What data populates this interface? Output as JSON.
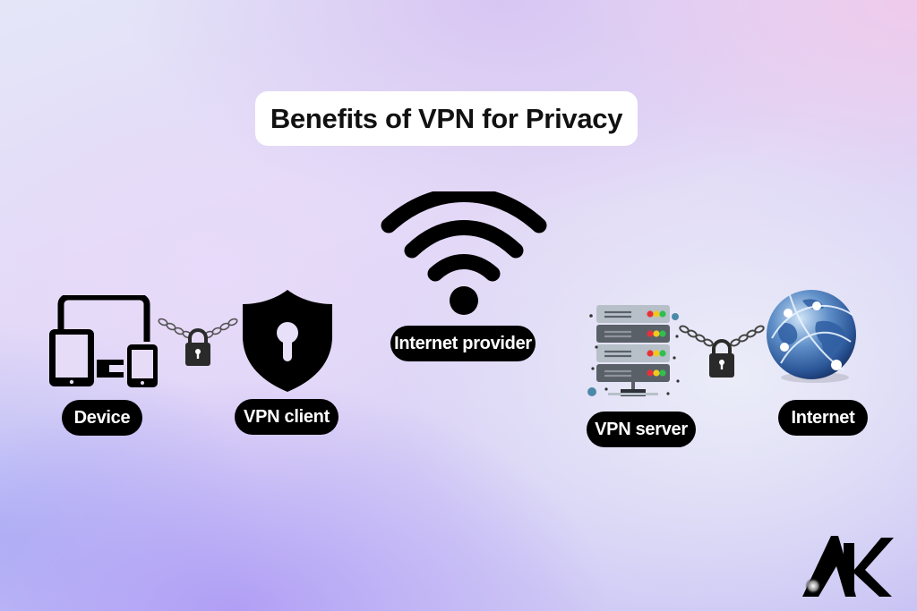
{
  "title": "Benefits of VPN for Privacy",
  "nodes": [
    {
      "id": "device",
      "label": "Device",
      "icon": "devices-icon"
    },
    {
      "id": "vpn_client",
      "label": "VPN client",
      "icon": "shield-keyhole-icon"
    },
    {
      "id": "internet_provider",
      "label": "Internet provider",
      "icon": "wifi-icon"
    },
    {
      "id": "vpn_server",
      "label": "VPN server",
      "icon": "server-rack-icon"
    },
    {
      "id": "internet",
      "label": "Internet",
      "icon": "globe-icon"
    }
  ],
  "connectors": [
    {
      "from": "device",
      "to": "vpn_client",
      "icon": "chain-padlock-icon"
    },
    {
      "from": "vpn_server",
      "to": "internet",
      "icon": "chain-padlock-icon"
    }
  ],
  "logo": {
    "text": "AK"
  },
  "colors": {
    "label_bg": "#000000",
    "label_text": "#ffffff",
    "title_bg": "#ffffff",
    "server_light": "#b7c0c8",
    "server_dark": "#5a6068",
    "led_red": "#e8303a",
    "led_yellow": "#f2c81e",
    "led_green": "#2fbf4f",
    "globe_blue": "#3f6fb0"
  }
}
